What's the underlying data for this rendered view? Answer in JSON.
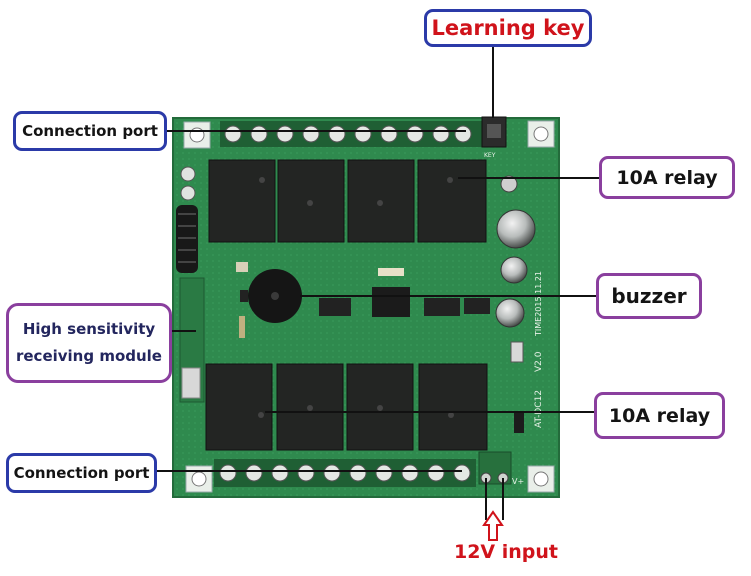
{
  "labels": {
    "learning_key": "Learning key",
    "connection_port_top": "Connection port",
    "relay_top": "10A relay",
    "buzzer": "buzzer",
    "module_line1": "High sensitivity",
    "module_line2": "receiving module",
    "relay_bottom": "10A relay",
    "connection_port_bottom": "Connection port",
    "power_input": "12V input"
  },
  "board_markings": {
    "model": "AT-DC12",
    "version": "V2.0",
    "date": "TIME2015.11.21",
    "key": "KEY",
    "vplus": "V+"
  },
  "colors": {
    "pcb": "#2f8a4e",
    "callout_blue": "#2b3aa8",
    "callout_purple": "#8a3f9e",
    "text_red": "#d0131b",
    "relay": "#232523",
    "terminal": "#1f5f34"
  }
}
